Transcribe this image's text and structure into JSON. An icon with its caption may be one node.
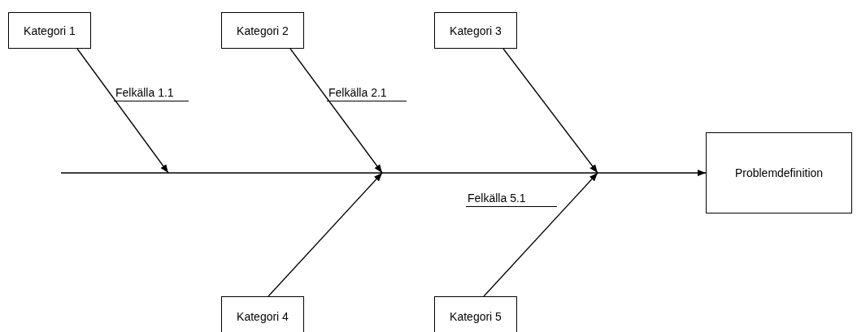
{
  "diagram": {
    "nodes": [
      {
        "text": [
          "Kategori 1"
        ]
      },
      {
        "text": [
          "Kategori 2"
        ]
      },
      {
        "text": [
          "Kategori 3"
        ]
      },
      {
        "text": [
          "Problemdefinition"
        ]
      },
      {
        "text": [
          "Kategori 4"
        ]
      },
      {
        "text": [
          "Kategori 5"
        ]
      }
    ],
    "edges": [
      {
        "from": null,
        "to": 3,
        "arrow": "to"
      },
      {
        "from": 0,
        "to": null,
        "arrow": "to"
      },
      {
        "from": 1,
        "to": null,
        "arrow": "to"
      },
      {
        "from": 2,
        "to": null,
        "arrow": "to"
      },
      {
        "from": 4,
        "to": null,
        "arrow": "to"
      },
      {
        "from": 5,
        "to": null,
        "arrow": "to"
      }
    ],
    "labels": [
      "Felkälla 1.1",
      "Felkälla 2.1",
      "Felkälla 5.1"
    ]
  }
}
